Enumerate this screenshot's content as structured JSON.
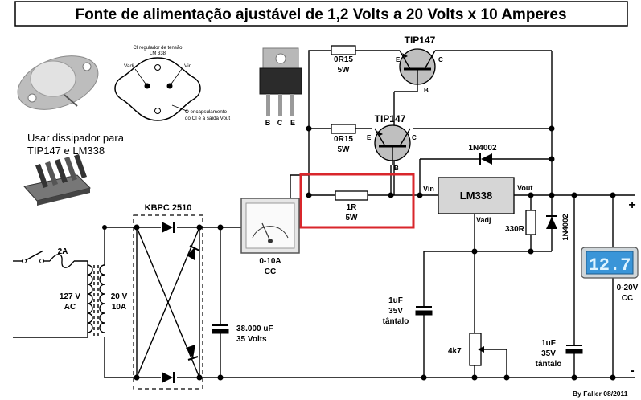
{
  "title": "Fonte de alimentação ajustável de 1,2 Volts a 20 Volts x 10 Amperes",
  "photos": {
    "ic_title_line1": "CI regulador de tensão",
    "ic_title_line2": "LM 338",
    "ic_vadj": "Vadj",
    "ic_vin": "Vin",
    "ic_note_line1": "O encapsulamento",
    "ic_note_line2": "do CI é a saída Vout",
    "to218_pin_b": "B",
    "to218_pin_c": "C",
    "to218_pin_e": "E",
    "heatsink_note_line1": "Usar dissipador para",
    "heatsink_note_line2": "TIP147 e LM338"
  },
  "components": {
    "transistor_top": "TIP147",
    "transistor_mid": "TIP147",
    "pin_e": "E",
    "pin_c": "C",
    "pin_b": "B",
    "res_top_value": "0R15",
    "res_top_power": "5W",
    "res_mid_value": "0R15",
    "res_mid_power": "5W",
    "res_1r_value": "1R",
    "res_1r_power": "5W",
    "diode_1n4002_h": "1N4002",
    "diode_1n4002_v": "1N4002",
    "lm338": "LM338",
    "lm_vin": "Vin",
    "lm_vout": "Vout",
    "lm_vadj": "Vadj",
    "res_330r": "330R",
    "bridge": "KBPC 2510",
    "fuse": "2A",
    "primary_line1": "127 V",
    "primary_line2": "AC",
    "secondary_line1": "20 V",
    "secondary_line2": "10A",
    "cap_main_line1": "38.000 uF",
    "cap_main_line2": "35 Volts",
    "ammeter_line1": "0-10A",
    "ammeter_line2": "CC",
    "cap_adj_line1": "1uF",
    "cap_adj_line2": "35V",
    "cap_adj_line3": "tântalo",
    "pot": "4k7",
    "cap_out_line1": "1uF",
    "cap_out_line2": "35V",
    "cap_out_line3": "tântalo",
    "voltmeter_reading": "12.7",
    "voltmeter_line1": "0-20V",
    "voltmeter_line2": "CC",
    "terminal_plus": "+",
    "terminal_minus": "-"
  },
  "credit": "By Faller 08/2011",
  "colors": {
    "highlight_box": "#d9262b",
    "lm338_fill": "#d6d6d6",
    "transistor_fill": "#bfbfbf",
    "display_bg": "#3a95d8",
    "display_digits": "#dff4ff"
  }
}
